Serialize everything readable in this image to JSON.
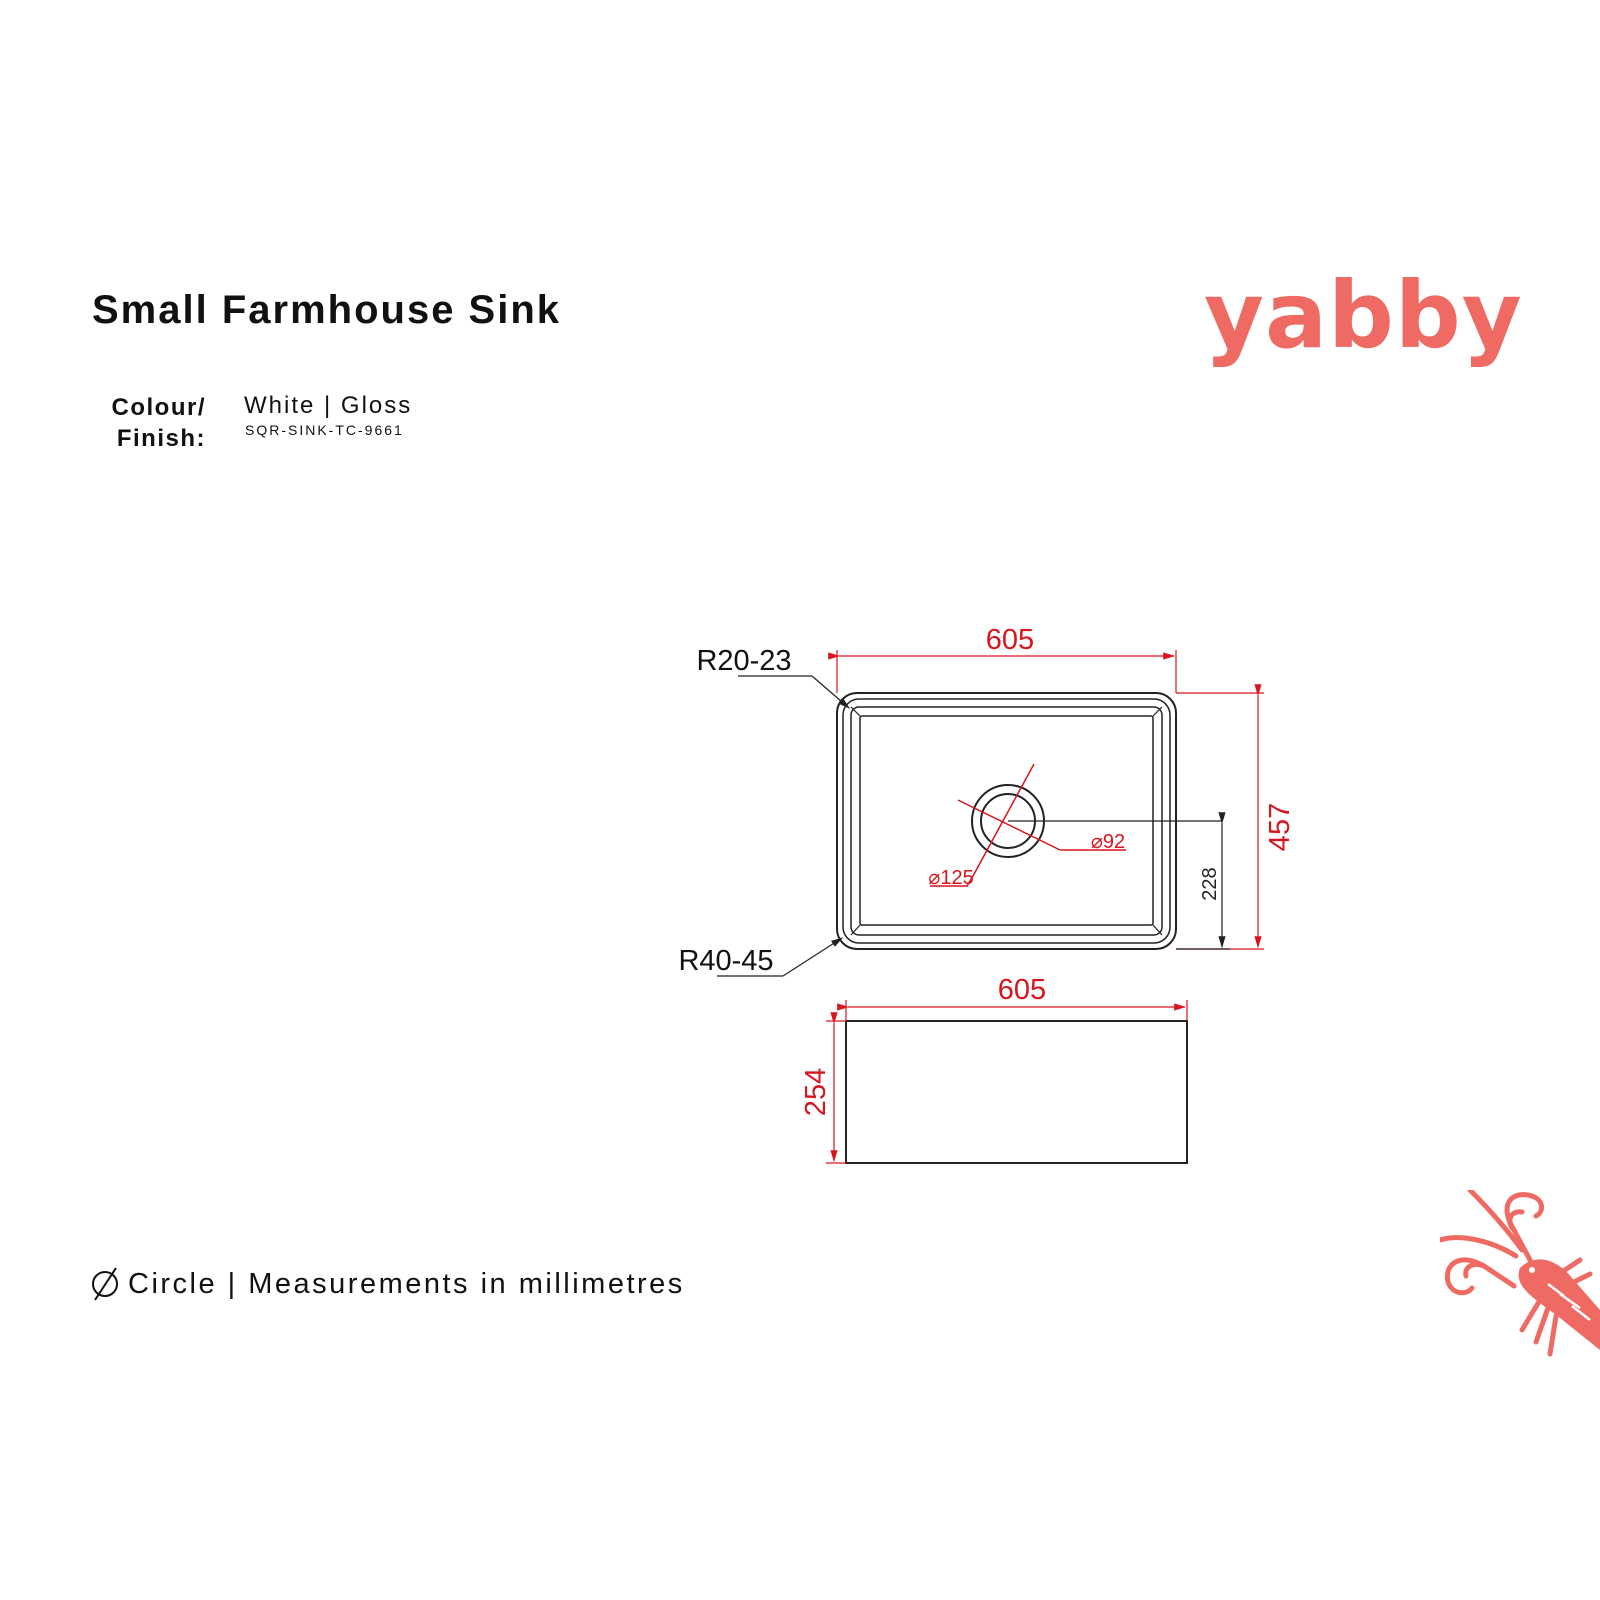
{
  "header": {
    "title": "Small Farmhouse Sink",
    "brand": "yabby"
  },
  "spec": {
    "label_line1": "Colour/",
    "label_line2": "Finish:",
    "value": "White | Gloss",
    "code": "SQR-SINK-TC-9661"
  },
  "drawing": {
    "top_view": {
      "width_label": "605",
      "depth_label": "457",
      "waste_offset_label": "228",
      "waste_inner_label": "⌀92",
      "waste_outer_label": "⌀125",
      "corner_top_label": "R20-23",
      "corner_bottom_label": "R40-45"
    },
    "front_view": {
      "width_label": "605",
      "height_label": "254"
    }
  },
  "footer": {
    "text": "Circle | Measurements in millimetres"
  },
  "colors": {
    "brand": "#f06a64",
    "dimension": "#d9141c",
    "outline": "#222222"
  },
  "icons": {
    "diameter": "diameter-icon",
    "mascot": "yabby-crayfish-icon"
  }
}
